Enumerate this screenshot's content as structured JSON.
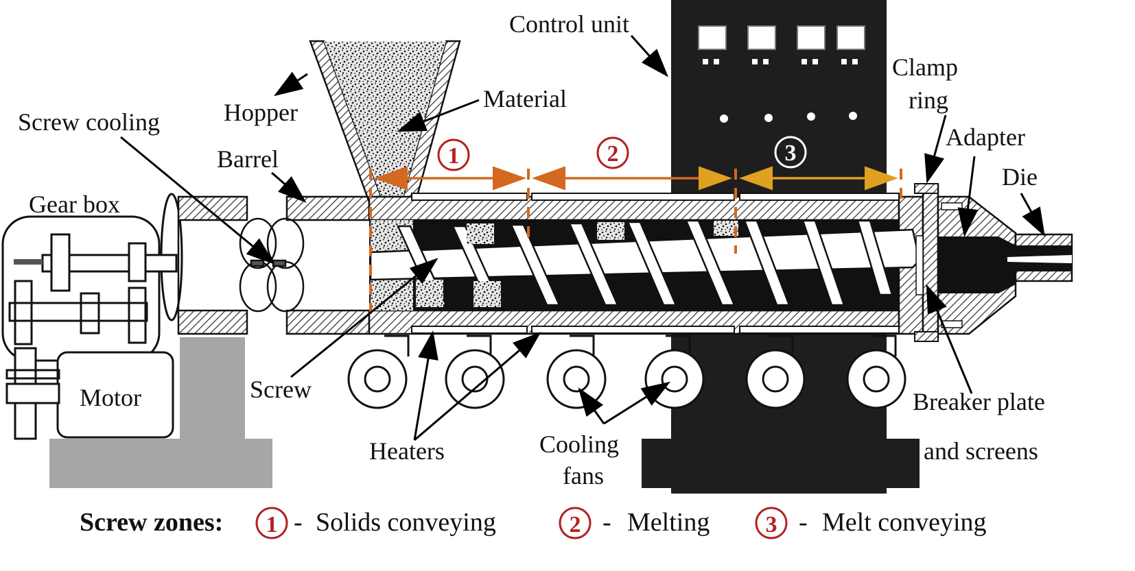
{
  "labels": {
    "control_unit": "Control unit",
    "clamp_ring_1": "Clamp",
    "clamp_ring_2": "ring",
    "hopper": "Hopper",
    "material": "Material",
    "screw_cooling": "Screw cooling",
    "barrel": "Barrel",
    "adapter": "Adapter",
    "die": "Die",
    "gear_box": "Gear box",
    "motor": "Motor",
    "screw": "Screw",
    "heaters": "Heaters",
    "cooling_fans_1": "Cooling",
    "cooling_fans_2": "fans",
    "breaker_plate_1": "Breaker plate",
    "breaker_plate_2": "and screens"
  },
  "zones": [
    {
      "num": "1",
      "legend": "Solids conveying"
    },
    {
      "num": "2",
      "legend": "Melting"
    },
    {
      "num": "3",
      "legend": "Melt conveying"
    }
  ],
  "legend": {
    "title": "Screw zones:",
    "dash": "-"
  },
  "colors": {
    "zone_red": "#b22222",
    "arrow_orange": "#d2691e",
    "arrow_yellow": "#e0a020",
    "control_dark": "#1e1e1e",
    "base_gray": "#a6a6a6"
  }
}
